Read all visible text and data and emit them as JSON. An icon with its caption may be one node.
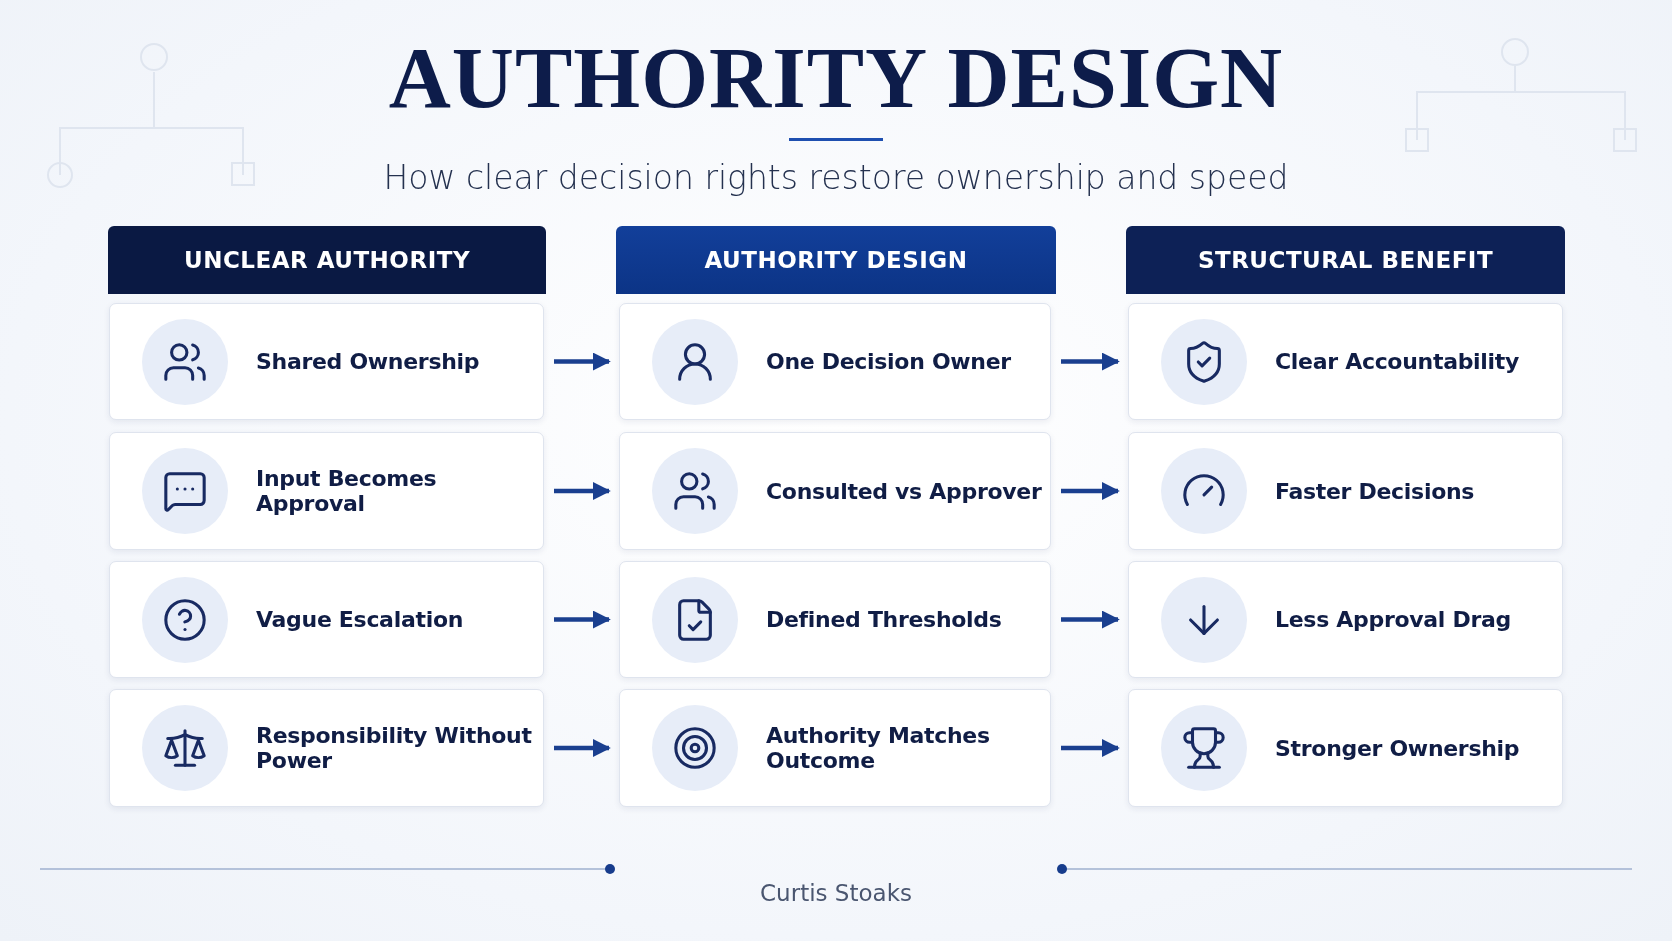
{
  "diagram": {
    "title": "AUTHORITY DESIGN",
    "nodes": [
      {
        "text": [
          "UNCLEAR AUTHORITY"
        ]
      },
      {
        "text": [
          "AUTHORITY DESIGN"
        ]
      },
      {
        "text": [
          "STRUCTURAL BENEFIT"
        ]
      },
      {
        "text": [
          "Shared Ownership"
        ]
      },
      {
        "text": [
          "One Decision Owner"
        ]
      },
      {
        "text": [
          "Clear Accountability"
        ]
      },
      {
        "text": [
          "Input Becomes Approval"
        ]
      },
      {
        "text": [
          "Consulted vs Approver"
        ]
      },
      {
        "text": [
          "Faster Decisions"
        ]
      },
      {
        "text": [
          "Vague Escalation"
        ]
      },
      {
        "text": [
          "Defined Thresholds"
        ]
      },
      {
        "text": [
          "Less Approval Drag"
        ]
      },
      {
        "text": [
          "Responsibility Without Power"
        ]
      },
      {
        "text": [
          "Authority Matches Outcome"
        ]
      },
      {
        "text": [
          "Stronger Ownership"
        ]
      }
    ],
    "edges": [
      {
        "from": 3,
        "to": 4,
        "arrow": "to"
      },
      {
        "from": 4,
        "to": 5,
        "arrow": "to"
      },
      {
        "from": 6,
        "to": 7,
        "arrow": "to"
      },
      {
        "from": 7,
        "to": 8,
        "arrow": "to"
      },
      {
        "from": 9,
        "to": 10,
        "arrow": "to"
      },
      {
        "from": 10,
        "to": 11,
        "arrow": "to"
      },
      {
        "from": 12,
        "to": 13,
        "arrow": "to"
      },
      {
        "from": 13,
        "to": 14,
        "arrow": "to"
      }
    ],
    "labels": [
      "How clear decision rights restore ownership and speed",
      "Curtis Stoaks"
    ]
  }
}
